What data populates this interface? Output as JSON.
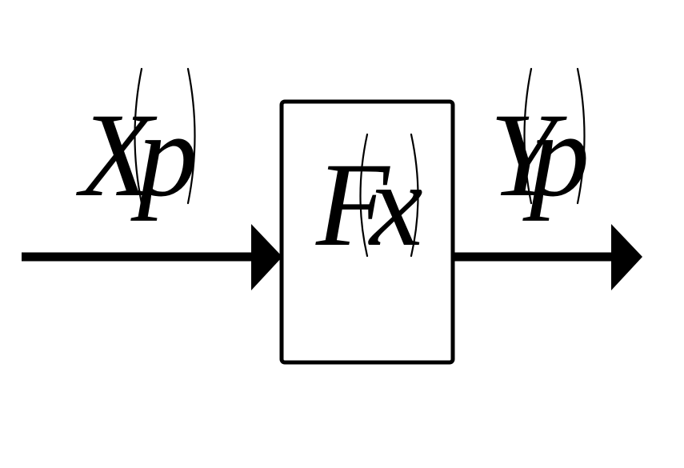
{
  "diagram": {
    "input": {
      "func": "X",
      "arg": "p"
    },
    "block": {
      "func": "F",
      "arg": "x"
    },
    "output": {
      "func": "Y",
      "arg": "p"
    },
    "colors": {
      "stroke": "#000000",
      "background": "#ffffff"
    }
  }
}
